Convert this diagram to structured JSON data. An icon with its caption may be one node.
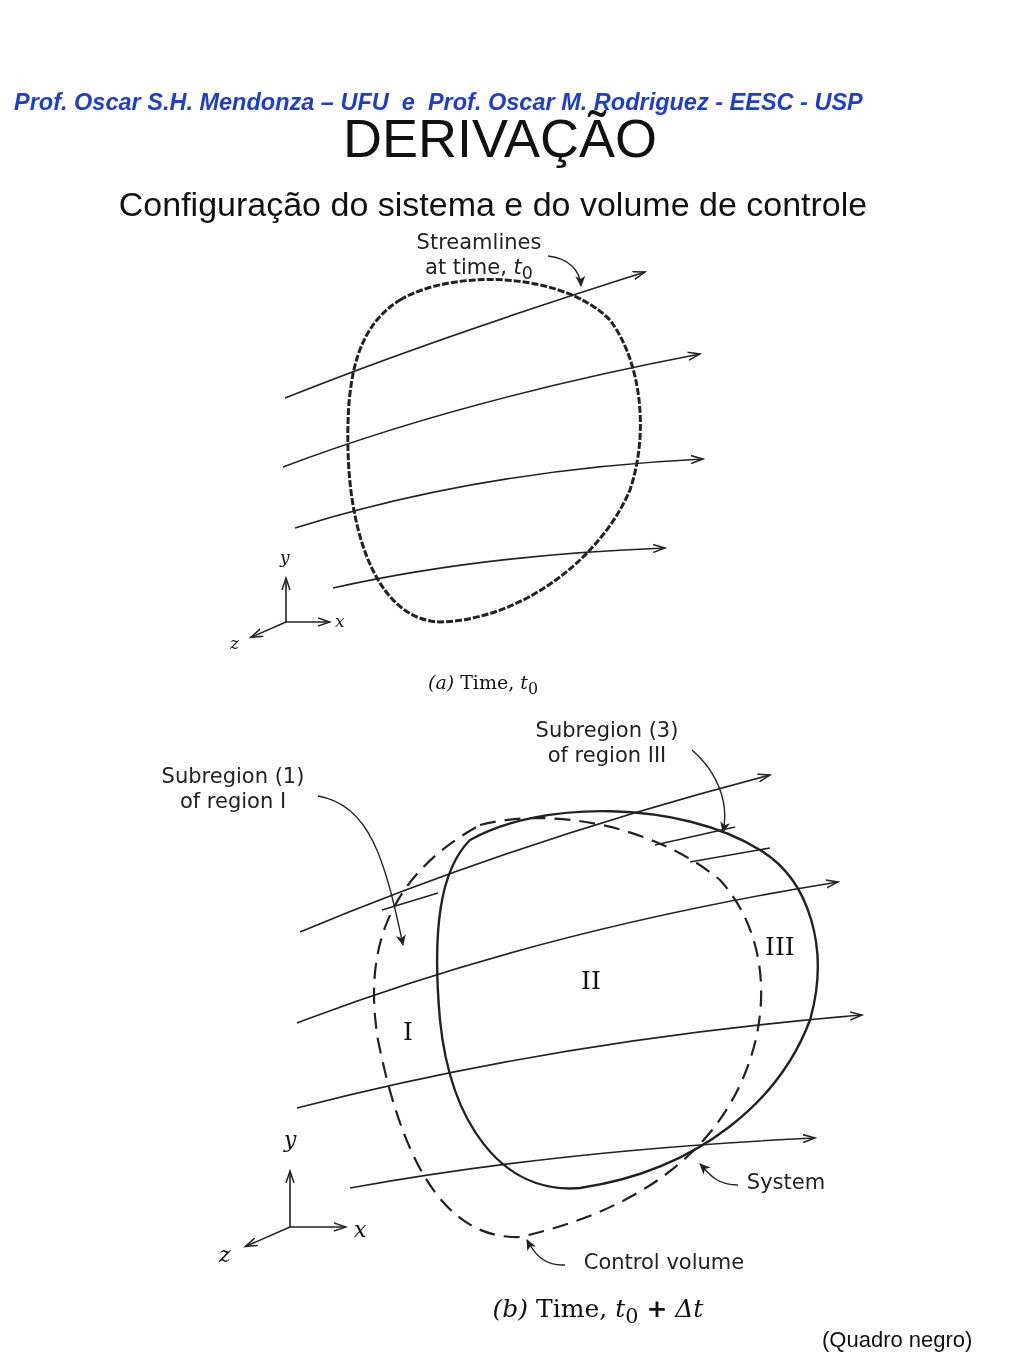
{
  "diagram": {
    "title": "DERIVAÇÃO",
    "nodes": [
      {
        "text": [
          "Streamlines at time, *t*$_{0}$"
        ]
      },
      {
        "text": [
          "Subregion (1) of region I"
        ]
      },
      {
        "text": [
          "Subregion (3) of region III"
        ]
      },
      {
        "text": [
          "System"
        ]
      },
      {
        "text": [
          "Control volume"
        ]
      }
    ],
    "edges": [
      {
        "from": 0,
        "to": null,
        "arrow": "to"
      },
      {
        "from": 1,
        "to": null,
        "arrow": "to"
      },
      {
        "from": 2,
        "to": null,
        "arrow": "to"
      },
      {
        "from": 3,
        "to": null,
        "arrow": "to"
      },
      {
        "from": 4,
        "to": null,
        "arrow": "to"
      }
    ],
    "labels": [
      "Prof. Oscar S.H. Mendonza – UFU  e  Prof. Oscar M. Rodriguez - EESC - USP",
      "Configuração do sistema e do volume de controle",
      "*y*",
      "*x*",
      "*z*",
      "*(a)* Time, *t*$_{0}$",
      "*y*",
      "*x*",
      "*z*",
      "III",
      "II",
      "I",
      "*(b)* Time, *t*$_{0}$ **+** *Δt*",
      "(Quadro negro)"
    ]
  }
}
